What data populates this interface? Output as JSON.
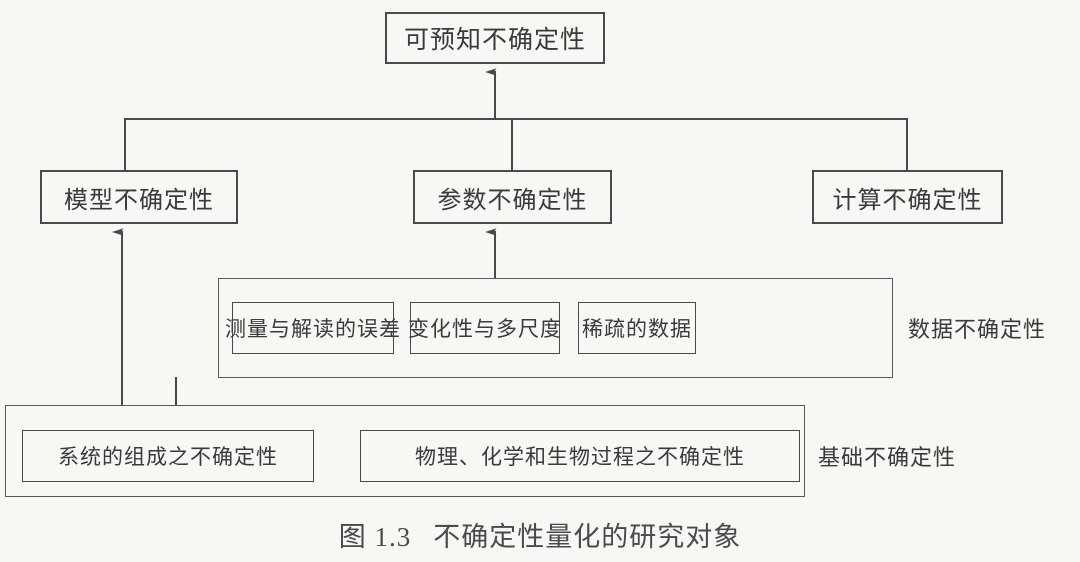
{
  "figure": {
    "caption_number": "图 1.3",
    "caption_title": "不确定性量化的研究对象",
    "background_color": "#f7f7f5",
    "line_color": "#4a4a4a",
    "text_color": "#3a3a3a"
  },
  "nodes": {
    "top": {
      "label": "可预知不确定性"
    },
    "level2": [
      {
        "id": "model",
        "label": "模型不确定性"
      },
      {
        "id": "param",
        "label": "参数不确定性"
      },
      {
        "id": "compute",
        "label": "计算不确定性"
      }
    ],
    "data_group": {
      "side_label": "数据不确定性",
      "items": [
        {
          "label": "测量与解读的误差"
        },
        {
          "label": "变化性与多尺度"
        },
        {
          "label": "稀疏的数据"
        }
      ]
    },
    "base_group": {
      "side_label": "基础不确定性",
      "items": [
        {
          "label": "系统的组成之不确定性"
        },
        {
          "label": "物理、化学和生物过程之不确定性"
        }
      ]
    }
  },
  "connections": [
    {
      "from": "level2-bus",
      "to": "top",
      "style": "arrow-up"
    },
    {
      "from": "bus",
      "to": "model",
      "style": "line"
    },
    {
      "from": "bus",
      "to": "param",
      "style": "line"
    },
    {
      "from": "bus",
      "to": "compute",
      "style": "line"
    },
    {
      "from": "data_group",
      "to": "param",
      "style": "arrow-up"
    },
    {
      "from": "base_group",
      "to": "model",
      "style": "arrow-up"
    },
    {
      "from": "base_group",
      "to": "data_group",
      "style": "line"
    }
  ]
}
